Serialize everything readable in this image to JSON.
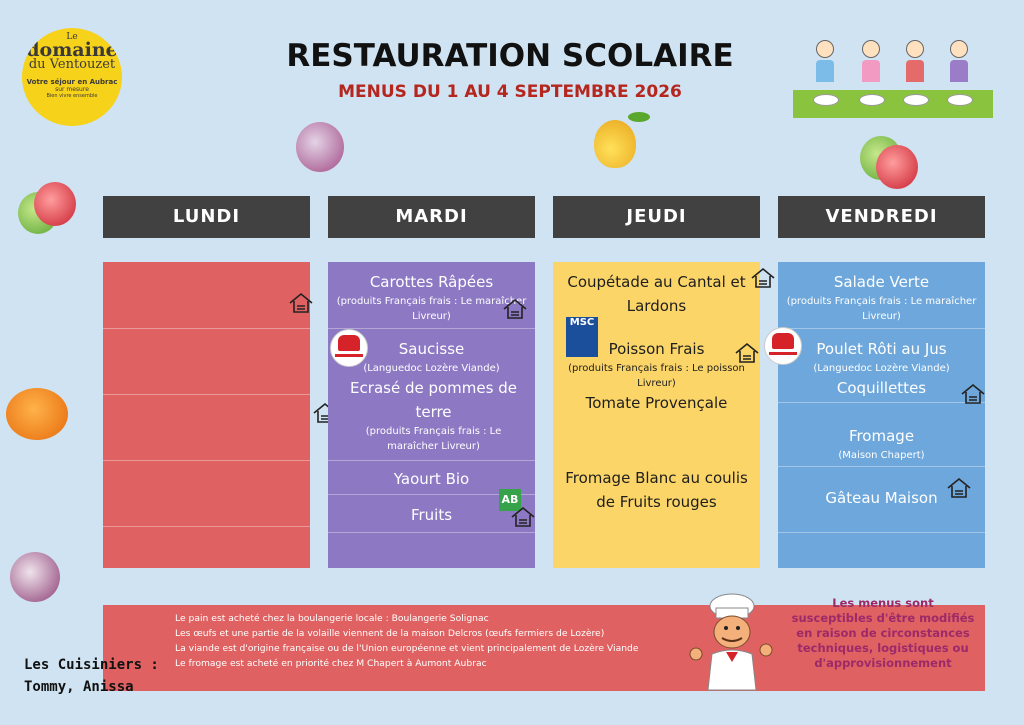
{
  "logo": {
    "line1": "Le",
    "line2": "domaine",
    "line3": "du Ventouzet",
    "line4": "Votre séjour en Aubrac",
    "line5": "sur mesure",
    "line6": "Bien vivre ensemble"
  },
  "header": {
    "title": "RESTAURATION SCOLAIRE",
    "subtitle": "MENUS DU 1 AU 4 SEPTEMBRE 2026"
  },
  "days": [
    "LUNDI",
    "MARDI",
    "JEUDI",
    "VENDREDI"
  ],
  "colors": {
    "lundi": "#e06161",
    "mardi": "#8d78c4",
    "jeudi": "#fbd567",
    "vendredi": "#6ea7db",
    "header_bar": "#414141",
    "title_red": "#b5261e"
  },
  "mardi": [
    {
      "name": "Carottes Râpées",
      "detail": "(produits Français frais : Le maraîcher Livreur)"
    },
    {
      "name": "Saucisse",
      "detail": "(Languedoc Lozère Viande)"
    },
    {
      "name": "Ecrasé de pommes de terre",
      "detail": "(produits Français frais : Le maraîcher Livreur)"
    },
    {
      "name": "Yaourt Bio",
      "detail": ""
    },
    {
      "name": "Fruits",
      "detail": ""
    }
  ],
  "jeudi": [
    {
      "name": "Coupétade au Cantal et Lardons",
      "detail": ""
    },
    {
      "name": "Poisson Frais",
      "detail": "(produits Français frais : Le poisson Livreur)"
    },
    {
      "name": "Tomate Provençale",
      "detail": ""
    },
    {
      "name": "Fromage Blanc au coulis de Fruits rouges",
      "detail": ""
    }
  ],
  "vendredi": [
    {
      "name": "Salade Verte",
      "detail": "(produits Français frais : Le maraîcher Livreur)"
    },
    {
      "name": "Poulet Rôti au Jus",
      "detail": "(Languedoc Lozère Viande)"
    },
    {
      "name": "Coquillettes",
      "detail": ""
    },
    {
      "name": "Fromage",
      "detail": "(Maison Chapert)"
    },
    {
      "name": "Gâteau Maison",
      "detail": ""
    }
  ],
  "badges": {
    "msc": "MSC",
    "bio": "AB"
  },
  "footer": {
    "lines": [
      "Le pain est acheté chez la boulangerie locale : Boulangerie Solignac",
      "Les œufs et une partie de la volaille  viennent de la maison Delcros (œufs fermiers de Lozère)",
      "La viande est d'origine française ou de l'Union européenne et vient principalement de Lozère Viande",
      "Le fromage est acheté en priorité chez M Chapert à Aumont Aubrac"
    ],
    "notice": "Les menus sont susceptibles d'être modifiés en raison de circonstances techniques, logistiques ou d'approvisionnement"
  },
  "cooks": {
    "label": "Les Cuisiniers :",
    "names": "Tommy, Anissa"
  }
}
